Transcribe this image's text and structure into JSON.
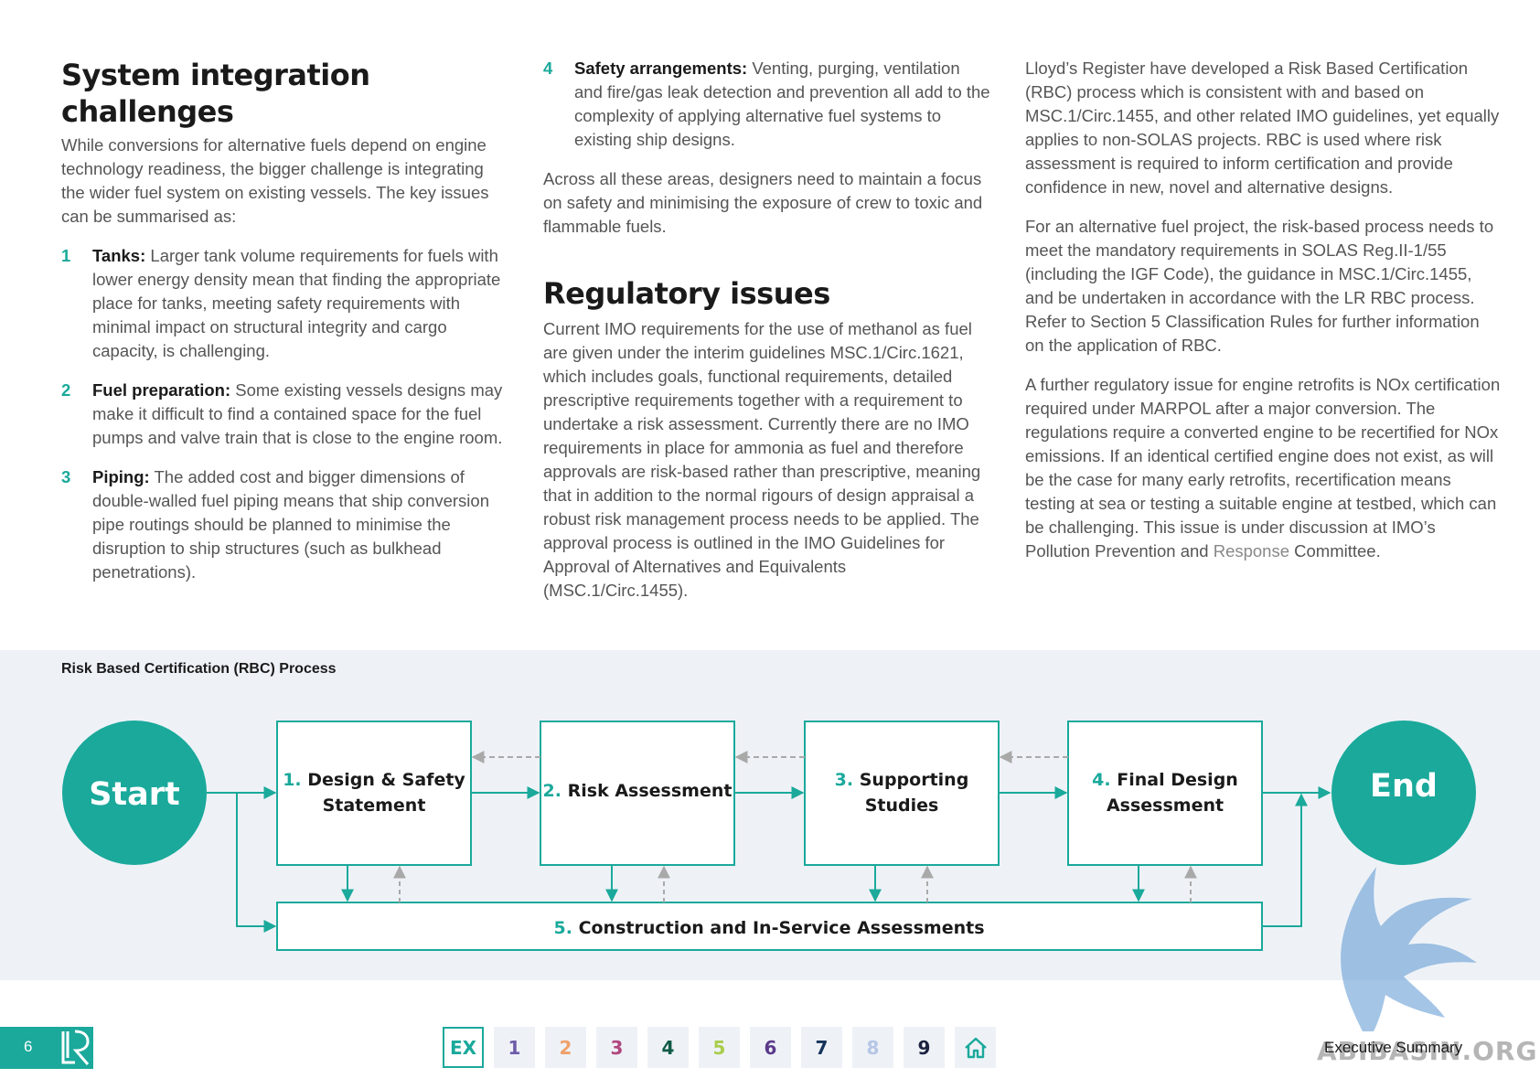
{
  "col1": {
    "title": "System integration challenges",
    "intro": "While conversions for alternative fuels depend on engine technology readiness, the bigger challenge is integrating the wider fuel system on existing vessels. The key issues can be summarised as:",
    "items": [
      {
        "num": "1",
        "lead": "Tanks:",
        "text": " Larger tank volume requirements for fuels with lower energy density mean that finding the appropriate place for tanks, meeting safety requirements with minimal impact on structural integrity and cargo capacity, is challenging."
      },
      {
        "num": "2",
        "lead": "Fuel preparation:",
        "text": " Some existing vessels designs may make it difficult to find a contained space for the fuel pumps and valve train that is close to the engine room."
      },
      {
        "num": "3",
        "lead": "Piping:",
        "text": " The added cost and bigger dimensions of double-walled fuel piping means that ship conversion pipe routings should be planned to minimise the disruption to ship structures (such as bulkhead penetrations)."
      }
    ]
  },
  "col2": {
    "item4": {
      "num": "4",
      "lead": "Safety arrangements:",
      "text": " Venting, purging, ventilation and fire/gas leak detection and prevention all add to the complexity of applying alternative fuel systems to existing ship designs."
    },
    "para1": "Across all these areas, designers need to maintain a focus on safety and minimising the exposure of crew to toxic and flammable fuels.",
    "reg_title": "Regulatory issues",
    "reg_para": "Current IMO requirements for the use of methanol as fuel are given under the interim guidelines MSC.1/Circ.1621, which includes goals, functional requirements, detailed prescriptive requirements together with a requirement to undertake a risk assessment. Currently there are no IMO requirements in place for ammonia as fuel and therefore approvals are risk-based rather than prescriptive, meaning that in addition to the normal rigours of design appraisal a robust risk management process needs to be applied. The approval process is outlined in the IMO Guidelines for Approval of Alternatives and Equivalents (MSC.1/Circ.1455)."
  },
  "col3": {
    "para1": "Lloyd’s Register have developed a Risk Based Certification (RBC) process which is consistent with and based on MSC.1/Circ.1455, and other related IMO guidelines, yet equally applies to non-SOLAS projects. RBC is used where risk assessment is required to inform certification and provide confidence in new, novel and alternative designs.",
    "para2": "For an alternative fuel project, the risk-based process needs to meet the mandatory requirements in SOLAS Reg.II-1/55 (including the IGF Code), the guidance in MSC.1/Circ.1455, and be undertaken in accordance with the LR RBC process. Refer to Section 5 Classification Rules for further information on the application of RBC.",
    "para3_a": "A further regulatory issue for engine retrofits is NOx certification required under MARPOL after a major conversion.  The regulations require a converted engine to be recertified for NOx emissions. If an identical certified engine does not exist, as will be the case for many early retrofits, recertification means testing at sea or testing a suitable engine at testbed, which can be challenging. This issue is under discussion at IMO’s Pollution Prevention and ",
    "para3_muted": "Response",
    "para3_b": " Committee."
  },
  "diagram": {
    "title": "Risk Based Certification (RBC) Process",
    "start": "Start",
    "end": "End",
    "steps": [
      {
        "num": "1.",
        "line1": "Design & Safety",
        "line2": "Statement"
      },
      {
        "num": "2.",
        "line1": "Risk Assessment",
        "line2": ""
      },
      {
        "num": "3.",
        "line1": "Supporting",
        "line2": "Studies"
      },
      {
        "num": "4.",
        "line1": "Final Design",
        "line2": "Assessment"
      }
    ],
    "bottom": {
      "num": "5.",
      "label": "Construction and In-Service Assessments"
    },
    "colors": {
      "teal": "#1aa99b",
      "dashed": "#a9a9a9"
    }
  },
  "footer": {
    "page_number": "6",
    "nav": [
      {
        "label": "EX",
        "color": "#1aa99b"
      },
      {
        "label": "1",
        "color": "#6d5ca8"
      },
      {
        "label": "2",
        "color": "#f0a06a"
      },
      {
        "label": "3",
        "color": "#b1467e"
      },
      {
        "label": "4",
        "color": "#0f5a48"
      },
      {
        "label": "5",
        "color": "#a9cd4c"
      },
      {
        "label": "6",
        "color": "#5a3a8a"
      },
      {
        "label": "7",
        "color": "#14335a"
      },
      {
        "label": "8",
        "color": "#b6c6e6"
      },
      {
        "label": "9",
        "color": "#1c2340"
      }
    ],
    "home_icon": "home-icon",
    "exec_summary": "Executive Summary",
    "watermark": "ABIBASIN.ORG"
  }
}
